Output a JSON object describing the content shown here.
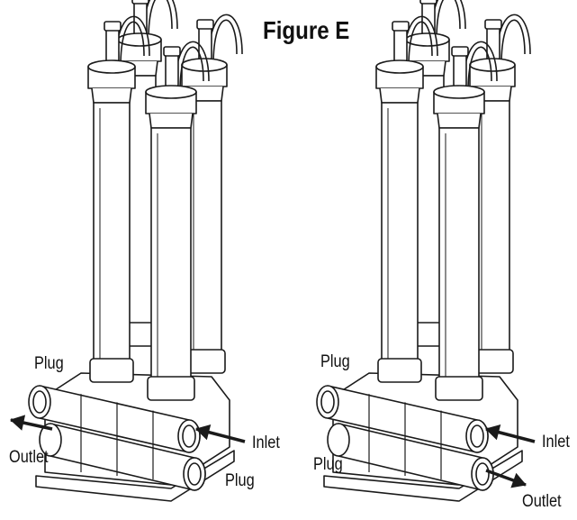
{
  "figure": {
    "title": "Figure E",
    "left_unit": {
      "plug_top": "Plug",
      "outlet": "Outlet",
      "inlet": "Inlet",
      "plug_bottom": "Plug"
    },
    "right_unit": {
      "plug_top": "Plug",
      "plug_bottom": "Plug",
      "inlet": "Inlet",
      "outlet": "Outlet"
    }
  },
  "colors": {
    "line": "#1a1a1a",
    "fill": "#ffffff"
  }
}
